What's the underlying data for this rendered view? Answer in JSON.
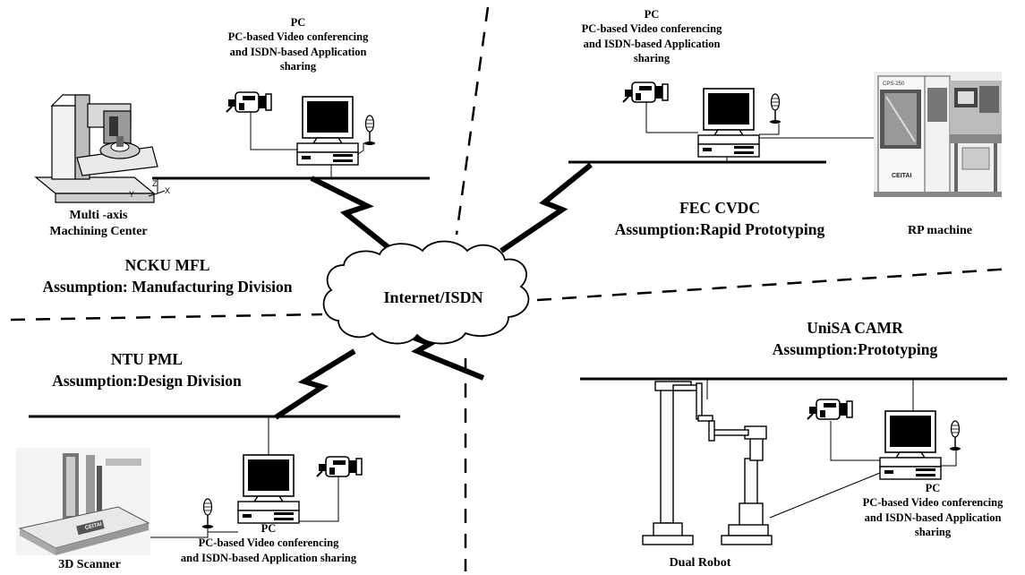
{
  "network": {
    "label": "Internet/ISDN"
  },
  "sites": {
    "ncku": {
      "name": "NCKU MFL",
      "assumption": "Assumption: Manufacturing Division",
      "device": [
        "Multi -axis",
        "Machining Center"
      ],
      "axes": {
        "x": "X",
        "y": "Y",
        "z": "Z"
      },
      "pc": {
        "title": "PC",
        "lines": [
          "PC-based Video conferencing",
          "and ISDN-based Application",
          "sharing"
        ]
      }
    },
    "fec": {
      "name": "FEC CVDC",
      "assumption": "Assumption:Rapid Prototyping",
      "device": "RP machine",
      "machine_text": {
        "top": "CPS-250",
        "brand": "CEITAI"
      },
      "pc": {
        "title": "PC",
        "lines": [
          "PC-based Video conferencing",
          "and ISDN-based Application",
          "sharing"
        ]
      }
    },
    "ntu": {
      "name": "NTU PML",
      "assumption": "Assumption:Design Division",
      "device": "3D Scanner",
      "machine_text": {
        "brand": "CEITAI"
      },
      "pc": {
        "title": "PC",
        "lines": [
          "PC-based Video conferencing",
          "and ISDN-based Application sharing"
        ]
      }
    },
    "unisa": {
      "name": "UniSA CAMR",
      "assumption": "Assumption:Prototyping",
      "device": "Dual Robot",
      "pc": {
        "title": "PC",
        "lines": [
          "PC-based Video conferencing",
          "and ISDN-based Application",
          "sharing"
        ]
      }
    }
  },
  "icons": [
    "pc-icon",
    "video-camera-icon",
    "microphone-icon",
    "cloud-icon",
    "lightning-link-icon",
    "machining-center-icon",
    "rp-machine-icon",
    "3d-scanner-icon",
    "dual-robot-icon"
  ]
}
